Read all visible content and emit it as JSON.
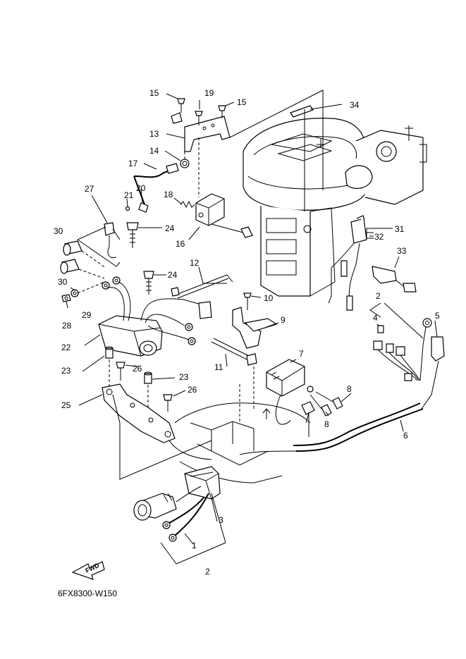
{
  "diagram": {
    "drawing_code": "6FX8300-W150",
    "direction_marker": "FWD",
    "callouts": [
      {
        "id": "c1",
        "text": "1"
      },
      {
        "id": "c2a",
        "text": "2"
      },
      {
        "id": "c2b",
        "text": "2"
      },
      {
        "id": "c3",
        "text": "3"
      },
      {
        "id": "c4",
        "text": "4"
      },
      {
        "id": "c5",
        "text": "5"
      },
      {
        "id": "c6",
        "text": "6"
      },
      {
        "id": "c7",
        "text": "7"
      },
      {
        "id": "c8a",
        "text": "8"
      },
      {
        "id": "c8b",
        "text": "8"
      },
      {
        "id": "c9",
        "text": "9"
      },
      {
        "id": "c10",
        "text": "10"
      },
      {
        "id": "c11",
        "text": "11"
      },
      {
        "id": "c12",
        "text": "12"
      },
      {
        "id": "c13",
        "text": "13"
      },
      {
        "id": "c14",
        "text": "14"
      },
      {
        "id": "c15a",
        "text": "15"
      },
      {
        "id": "c15b",
        "text": "15"
      },
      {
        "id": "c16",
        "text": "16"
      },
      {
        "id": "c17",
        "text": "17"
      },
      {
        "id": "c18",
        "text": "18"
      },
      {
        "id": "c19",
        "text": "19"
      },
      {
        "id": "c20",
        "text": "20"
      },
      {
        "id": "c21",
        "text": "21"
      },
      {
        "id": "c22",
        "text": "22"
      },
      {
        "id": "c23a",
        "text": "23"
      },
      {
        "id": "c23b",
        "text": "23"
      },
      {
        "id": "c24a",
        "text": "24"
      },
      {
        "id": "c24b",
        "text": "24"
      },
      {
        "id": "c25",
        "text": "25"
      },
      {
        "id": "c26a",
        "text": "26"
      },
      {
        "id": "c26b",
        "text": "26"
      },
      {
        "id": "c27",
        "text": "27"
      },
      {
        "id": "c28",
        "text": "28"
      },
      {
        "id": "c29",
        "text": "29"
      },
      {
        "id": "c30a",
        "text": "30"
      },
      {
        "id": "c30b",
        "text": "30"
      },
      {
        "id": "c31",
        "text": "31"
      },
      {
        "id": "c32",
        "text": "32"
      },
      {
        "id": "c33",
        "text": "33"
      },
      {
        "id": "c34",
        "text": "34"
      }
    ]
  }
}
